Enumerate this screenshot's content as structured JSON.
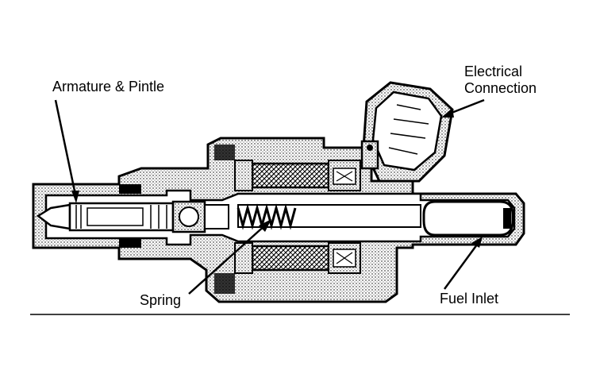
{
  "labels": {
    "armature_pintle": "Armature & Pintle",
    "electrical_connection_line1": "Electrical",
    "electrical_connection_line2": "Connection",
    "spring": "Spring",
    "fuel_inlet": "Fuel Inlet"
  },
  "colors": {
    "ink": "#000000",
    "shade": "#9a9a9a",
    "paper": "#ffffff"
  }
}
